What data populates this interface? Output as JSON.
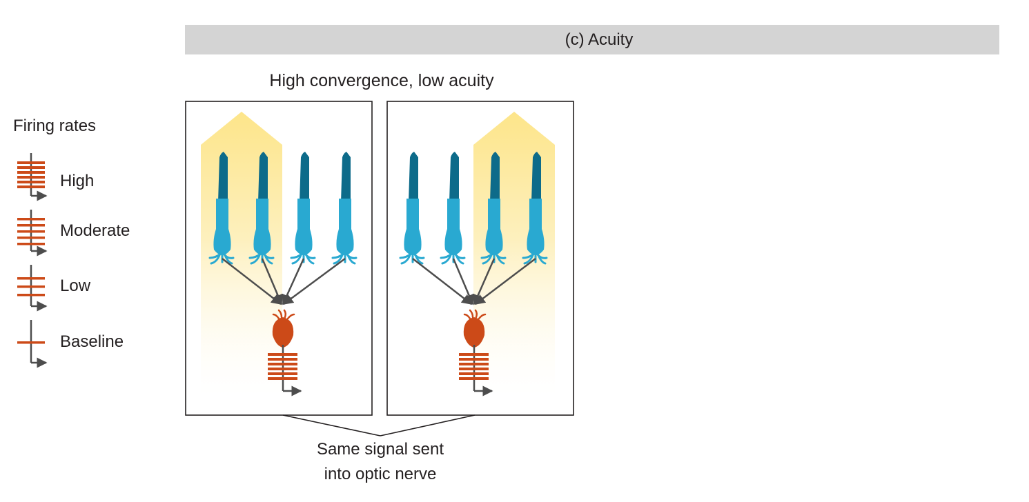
{
  "header": {
    "panel_label": "(c)  Acuity"
  },
  "diagram_title": "High convergence, low acuity",
  "legend": {
    "title": "Firing rates",
    "items": [
      {
        "label": "High",
        "level": "high",
        "bars": 6
      },
      {
        "label": "Moderate",
        "level": "moderate",
        "bars": 5
      },
      {
        "label": "Low",
        "level": "low",
        "bars": 3
      },
      {
        "label": "Baseline",
        "level": "baseline",
        "bars": 1
      }
    ]
  },
  "panels": [
    {
      "id": "left",
      "lit_receptors": [
        1,
        2
      ],
      "ganglion_firing": "high",
      "receptor_count": 4
    },
    {
      "id": "right",
      "lit_receptors": [
        3,
        4
      ],
      "ganglion_firing": "high",
      "receptor_count": 4
    }
  ],
  "caption": {
    "line1": "Same signal sent",
    "line2": "into optic nerve"
  },
  "colors": {
    "header_bar": "#d4d4d4",
    "light_beam": "#fde58a",
    "receptor_outer": "#0d6b8a",
    "receptor_inner": "#29a9d1",
    "ganglion": "#cc4a18",
    "firing_bars": "#cc4a18",
    "arrows": "#4d4d4d"
  },
  "icons": [
    "photoreceptor-icon",
    "ganglion-cell-icon",
    "spike-train-icon"
  ]
}
